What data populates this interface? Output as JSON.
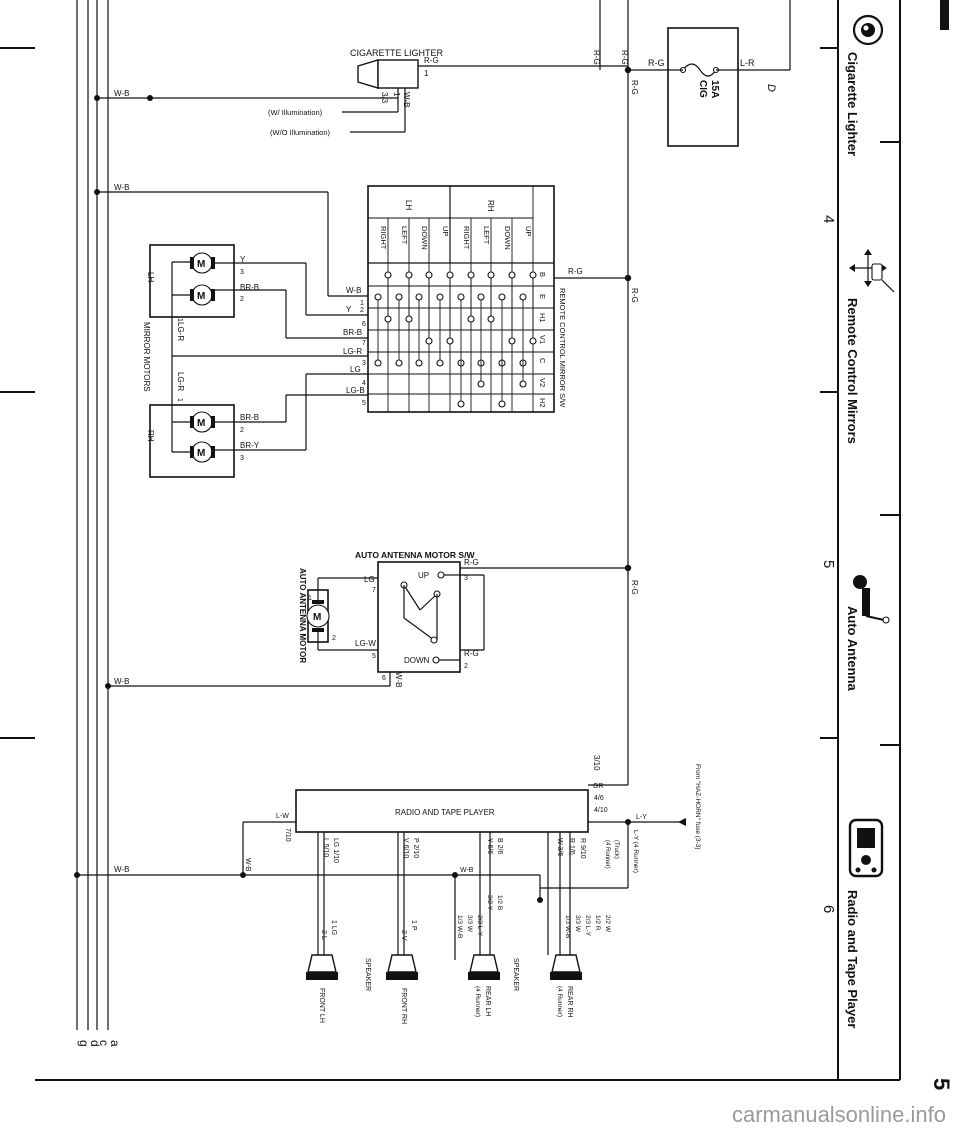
{
  "page": {
    "page_number": "5",
    "column_numbers": [
      "4",
      "5",
      "6"
    ],
    "watermark": "carmanualsonline.info"
  },
  "sections": [
    {
      "title": "Cigarette Lighter",
      "icon": "cigarette-lighter-icon"
    },
    {
      "title": "Remote Control Mirrors",
      "icon": "remote-mirror-icon"
    },
    {
      "title": "Auto Antenna",
      "icon": "antenna-icon"
    },
    {
      "title": "Radio and Tape Player",
      "icon": "radio-icon"
    }
  ],
  "ground_buses": [
    "a",
    "c",
    "d",
    "g"
  ],
  "fuse": {
    "rating": "15A",
    "name": "CIG",
    "out_wire": "L-R",
    "ref": "D",
    "in_wire": "R-G"
  },
  "cigarette_lighter": {
    "title": "CIGARETTE LIGHTER",
    "wire_in": "R-G",
    "pin_in": "1",
    "ground_wire": "W-B",
    "pins": "3/3",
    "pin_ground": "1",
    "note_with": "(W/ Illumination)",
    "note_without": "(W/O Illumination)"
  },
  "wires": {
    "rg": "R-G",
    "wb": "W-B",
    "l_y": "L-Y",
    "l_y_4runner": "L-Y (4 Runner)"
  },
  "mirror_switch": {
    "title": "REMOTE CONTROL MIRROR S/W",
    "groups": [
      "LH",
      "RH"
    ],
    "rows": [
      "RIGHT",
      "LEFT",
      "DOWN",
      "UP",
      "RIGHT",
      "LEFT",
      "DOWN",
      "UP"
    ],
    "terminals": [
      "B",
      "E",
      "H1",
      "V1",
      "C",
      "V2",
      "H2"
    ],
    "wire_in": "R-G"
  },
  "mirror_wires": [
    {
      "wire": "W-B",
      "pin": "1"
    },
    {
      "wire": "Y",
      "pin": "2"
    },
    {
      "wire": "BR-B",
      "pin": "6"
    },
    {
      "wire": "LG-R",
      "pin": "7"
    },
    {
      "wire": "LG",
      "pin": "3"
    },
    {
      "wire": "LG-B",
      "pin": "4"
    },
    {
      "wire": "",
      "pin": "5"
    }
  ],
  "mirror_motors": {
    "title": "MIRROR MOTORS",
    "lh": "LH",
    "rh": "RH",
    "lh_wires": [
      {
        "wire": "Y",
        "pin": "3"
      },
      {
        "wire": "BR-B",
        "pin": "2"
      },
      {
        "wire": "LG-R",
        "pin": "1"
      }
    ],
    "rh_wires": [
      {
        "wire": "BR-B",
        "pin": "2"
      },
      {
        "wire": "BR-Y",
        "pin": "3"
      },
      {
        "wire": "LG-R",
        "pin": "1"
      }
    ]
  },
  "antenna_switch": {
    "title": "AUTO ANTENNA MOTOR S/W",
    "up": "UP",
    "down": "DOWN",
    "wires": [
      {
        "wire": "LG",
        "pin": "7"
      },
      {
        "wire": "LG-W",
        "pin": "5"
      },
      {
        "wire": "R-G",
        "pin": "3"
      },
      {
        "wire": "R-G",
        "pin": "2"
      },
      {
        "wire": "W-B",
        "pin": "6"
      }
    ]
  },
  "antenna_motor": {
    "title": "AUTO ANTENNA MOTOR",
    "pin1": "1",
    "pin2": "2"
  },
  "radio": {
    "title": "RADIO AND TAPE PLAYER",
    "left_wire": "L-W",
    "left_pin": "7/10",
    "top_pin": "3/10",
    "top_wire": "GR",
    "right_pin_a": "4/6",
    "right_pin_b": "4/10",
    "from_note": "From \"HAZ-HORN\" fuse (3-3)",
    "truck_note": "(Truck)",
    "runner_note": "(4 Runner)",
    "bottom_pins": [
      "LG 1/10",
      "L 5/10",
      "P 2/10",
      "V 6/10",
      "B 2/6",
      "Y 6/6",
      "R 9/10",
      "W 3/6",
      "R 1/6"
    ]
  },
  "speakers": {
    "front_lh": {
      "label": "FRONT LH",
      "pins": [
        "1 LG",
        "2 L"
      ]
    },
    "front_rh": {
      "label": "FRONT RH",
      "pins": [
        "1 P",
        "2 V"
      ]
    },
    "rear_lh": {
      "label": "REAR LH",
      "note": "(4 Runner)",
      "pins": [
        "1/2 B",
        "2/2 Y",
        "2/3 L-Y",
        "3/3 W",
        "1/3 W-B"
      ]
    },
    "rear_rh": {
      "label": "REAR RH",
      "note": "(4 Runner)",
      "pins": [
        "2/2 W",
        "1/2 R",
        "2/3 L-Y",
        "3/3 W",
        "1/3 W-B"
      ]
    },
    "title": "SPEAKER"
  }
}
